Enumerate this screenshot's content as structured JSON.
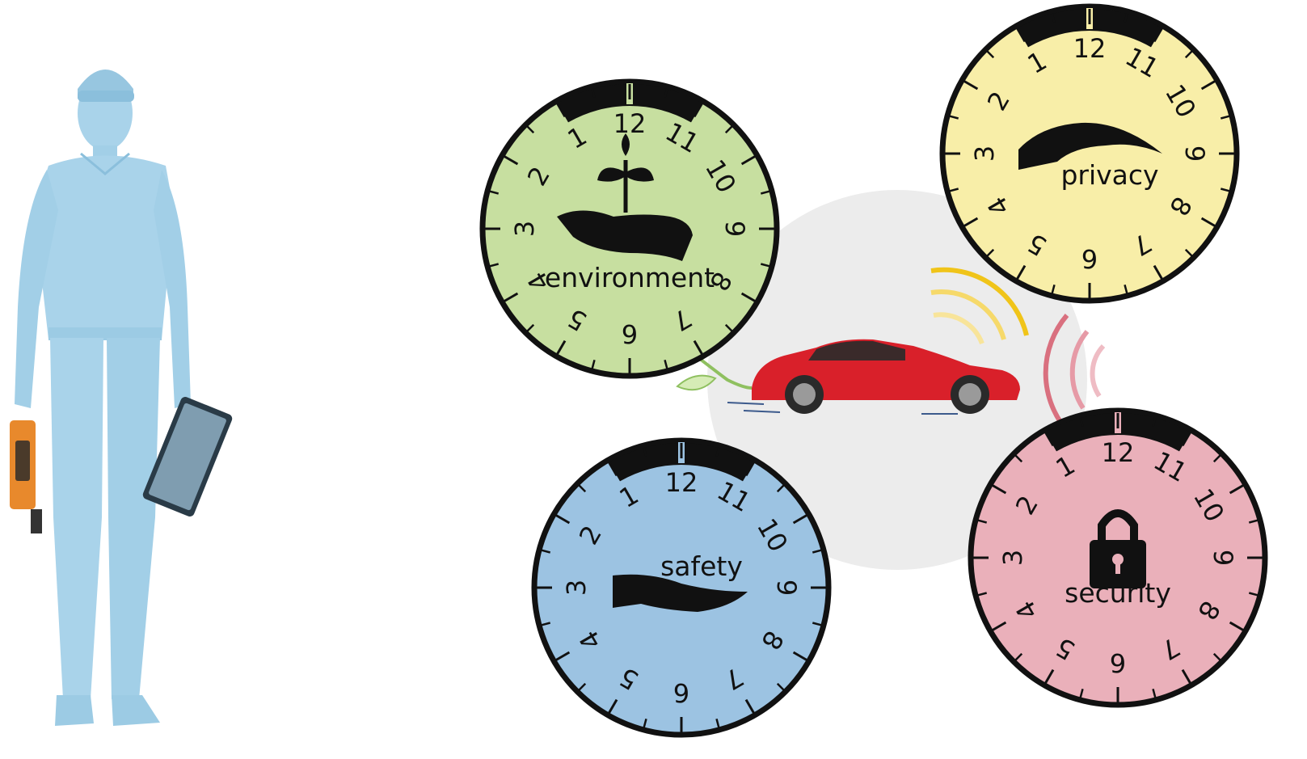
{
  "colors": {
    "environment": "#c7dfa0",
    "privacy": "#f8eea8",
    "safety": "#9cc3e2",
    "security": "#eab0ba",
    "person": "#a9d3ea",
    "car": "#d9202a",
    "background_disc": "#ececec",
    "signal_yellow": "#f0c419",
    "signal_red": "#d9707f"
  },
  "dial_numbers": [
    "12",
    "11",
    "10",
    "9",
    "8",
    "7",
    "6",
    "5",
    "4",
    "3",
    "2",
    "1"
  ],
  "dials": [
    {
      "id": "environment",
      "label": "environment",
      "icon": "plant-in-hand-icon"
    },
    {
      "id": "privacy",
      "label": "privacy",
      "icon": "covering-hand-icon"
    },
    {
      "id": "safety",
      "label": "safety",
      "icon": "open-hand-icon"
    },
    {
      "id": "security",
      "label": "security",
      "icon": "padlock-icon"
    }
  ],
  "figure": {
    "person_icon": "person-with-tablet-icon",
    "car_icon": "red-sports-car-icon",
    "signal_icon": "wireless-signal-icon"
  }
}
